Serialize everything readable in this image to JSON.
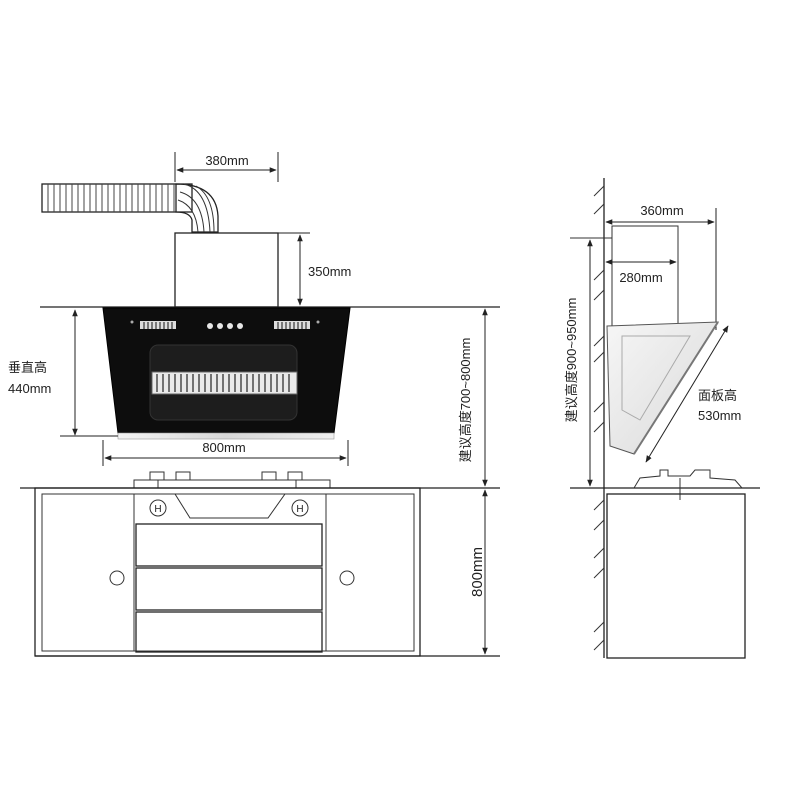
{
  "front_view": {
    "duct_width_label": "380mm",
    "chimney_height_label": "350mm",
    "vertical_height_label_line1": "垂直高",
    "vertical_height_label_line2": "440mm",
    "hood_width_label": "800mm",
    "install_height_label": "建议高度700~800mm",
    "cabinet_height_label": "800mm"
  },
  "side_view": {
    "depth_label": "360mm",
    "chimney_depth_label": "280mm",
    "install_height_label": "建议高度900~950mm",
    "panel_height_label_line1": "面板高",
    "panel_height_label_line2": "530mm"
  }
}
